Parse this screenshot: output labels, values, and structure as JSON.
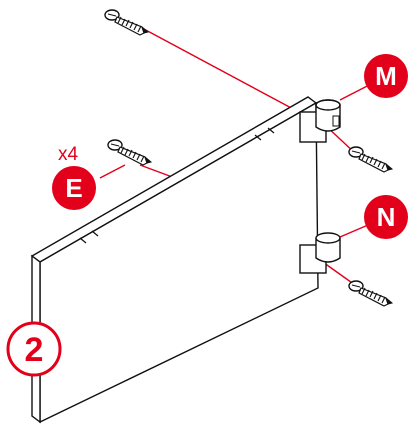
{
  "labels": {
    "panel_step": "2",
    "part_m": "M",
    "part_n": "N",
    "part_e": "E",
    "part_e_qty": "x4"
  },
  "colors": {
    "accent_red": "#e3001b",
    "line": "#111111",
    "white": "#ffffff"
  },
  "icons": [
    "screw-icon",
    "hinge-icon",
    "dowel-icon"
  ]
}
